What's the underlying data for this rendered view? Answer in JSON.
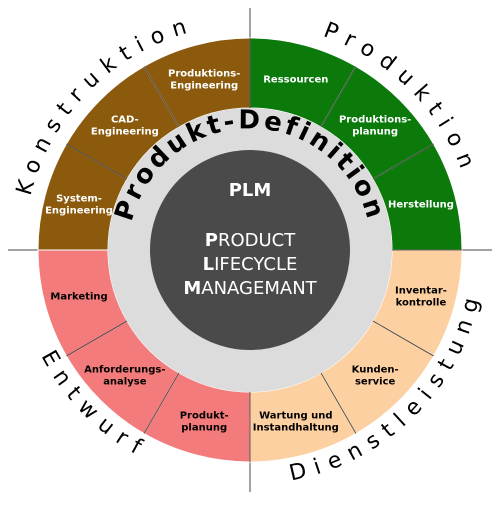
{
  "center": {
    "title": "PLM",
    "lines": [
      {
        "initial": "P",
        "rest": "RODUCT"
      },
      {
        "initial": "L",
        "rest": "IFECYCLE"
      },
      {
        "initial": "M",
        "rest": "ANAGEMANT"
      }
    ]
  },
  "ring": {
    "label": "Produkt-Definition"
  },
  "quadrants": [
    {
      "name": "Konstruktion",
      "color": "#8b5a0c",
      "text_color": "#ffffff",
      "segments": [
        [
          "System-",
          "Engineering"
        ],
        [
          "CAD-",
          "Engineering"
        ],
        [
          "Produktions-",
          "Engineering"
        ]
      ]
    },
    {
      "name": "Produktion",
      "color": "#0b7a0b",
      "text_color": "#ffffff",
      "segments": [
        [
          "Ressourcen"
        ],
        [
          "Produktions-",
          "planung"
        ],
        [
          "Herstellung"
        ]
      ]
    },
    {
      "name": "Dienstleistung",
      "color": "#fdd0a2",
      "text_color": "#000000",
      "segments": [
        [
          "Inventar-",
          "kontrolle"
        ],
        [
          "Kunden-",
          "service"
        ],
        [
          "Wartung und",
          "Instandhaltung"
        ]
      ]
    },
    {
      "name": "Entwurf",
      "color": "#f47b7b",
      "text_color": "#000000",
      "segments": [
        [
          "Produkt-",
          "planung"
        ],
        [
          "Anforderungs-",
          "analyse"
        ],
        [
          "Marketing"
        ]
      ]
    }
  ]
}
